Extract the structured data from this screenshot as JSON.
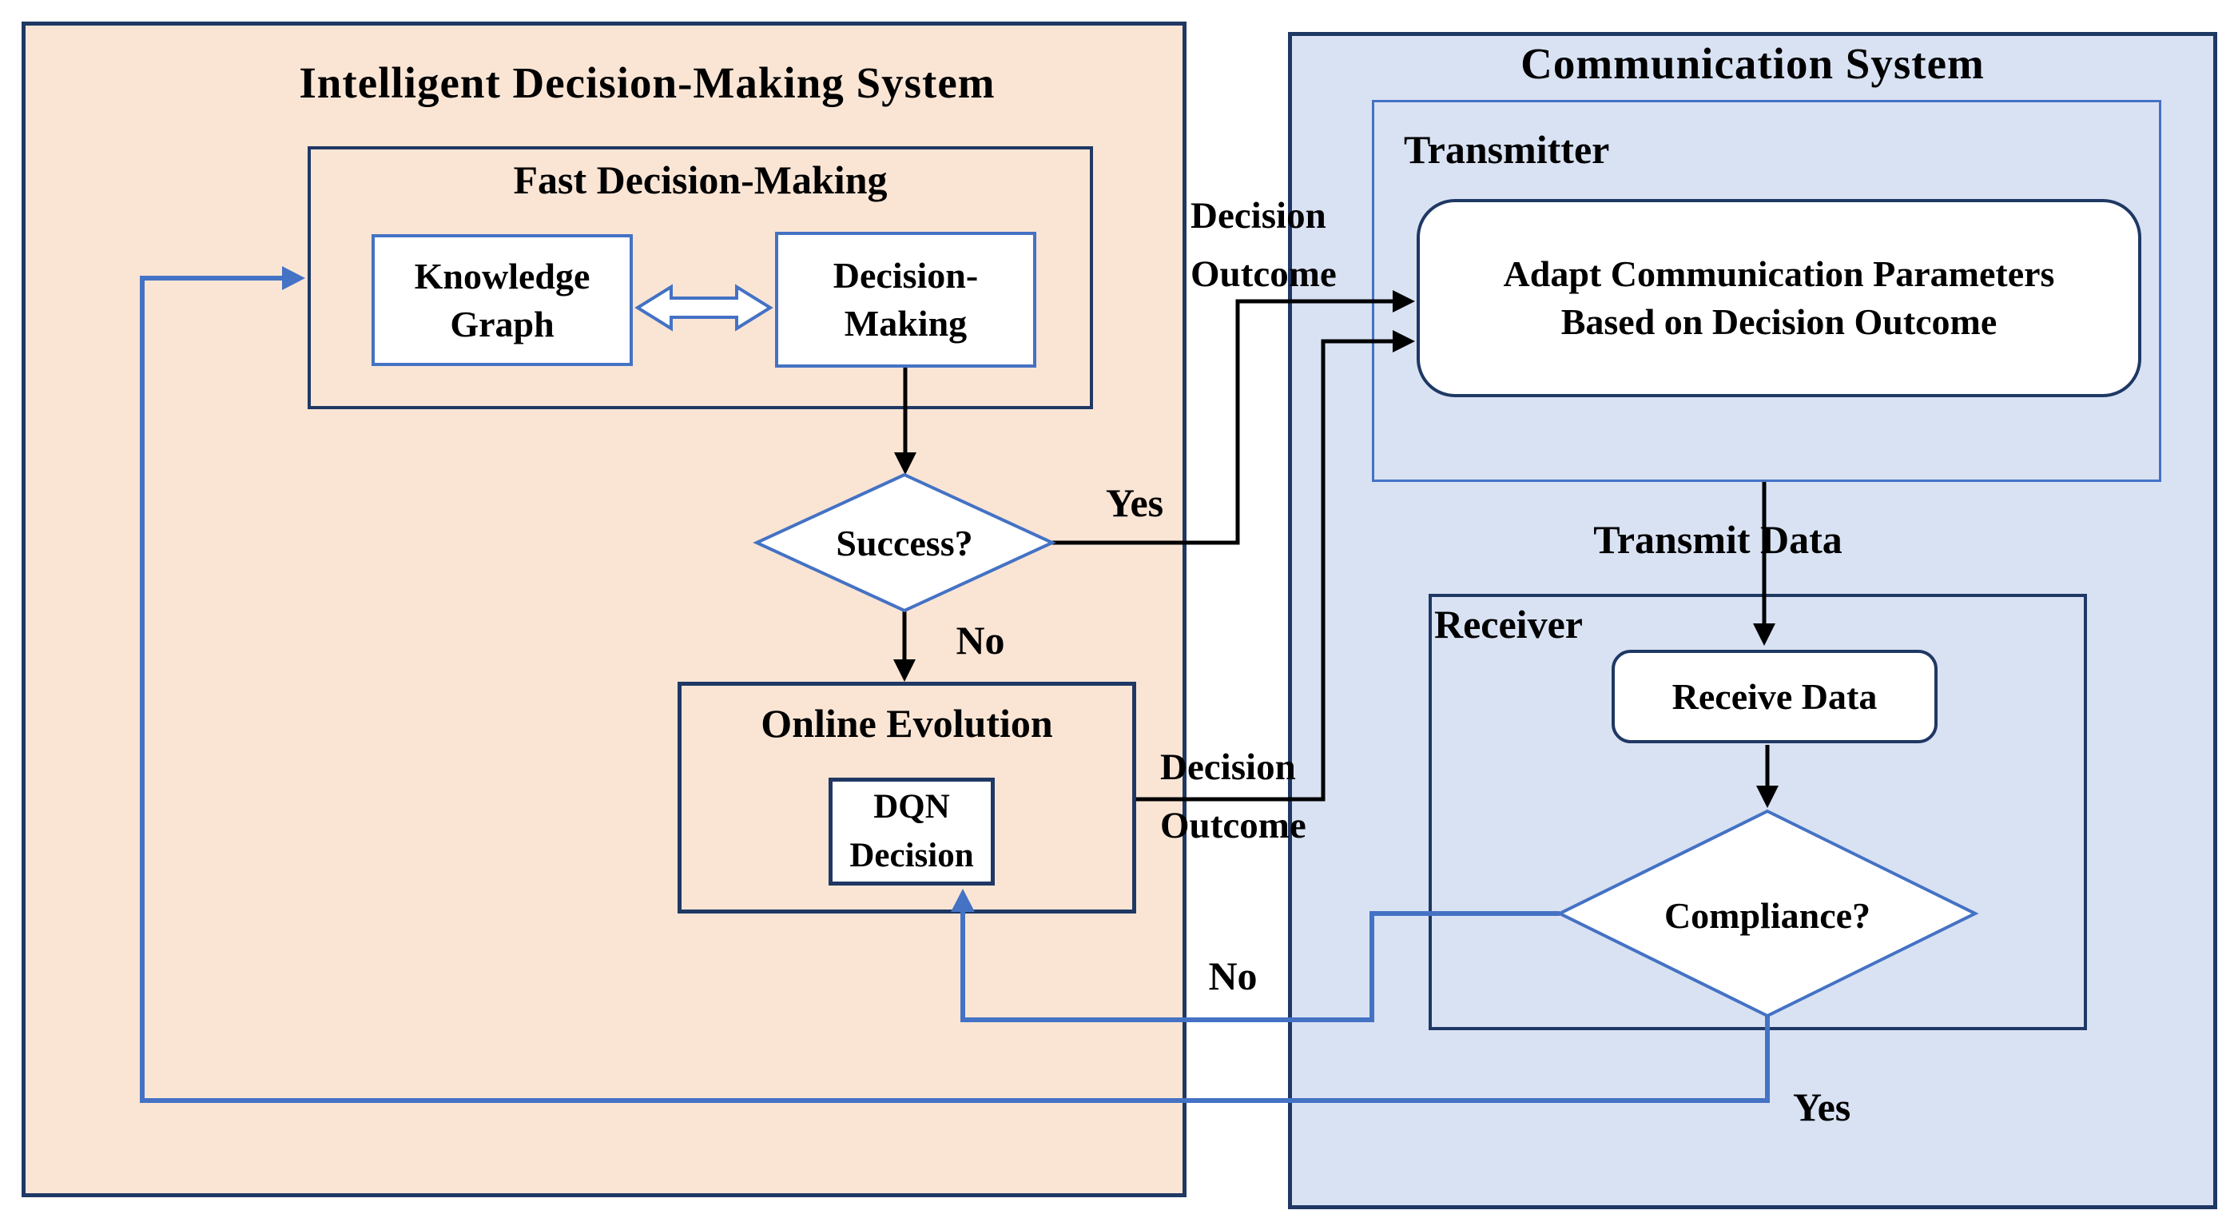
{
  "diagram_title": "Intelligent decision-making and communication system flowchart",
  "colors": {
    "left_panel_fill": "#fae5d5",
    "right_panel_fill": "#d9e2f3",
    "navy_border": "#1f3864",
    "blue_accent": "#4472c4",
    "flow_line_black": "#000000",
    "node_fill": "#ffffff"
  },
  "left_panel": {
    "title": "Intelligent Decision-Making System",
    "fast_box_title": "Fast Decision-Making",
    "knowledge_graph_label": "Knowledge\nGraph",
    "decision_making_label": "Decision-\nMaking",
    "success_label": "Success?",
    "success_yes_label": "Yes",
    "success_no_label": "No",
    "online_evolution_title": "Online Evolution",
    "dqn_label": "DQN\nDecision"
  },
  "right_panel": {
    "title": "Communication System",
    "transmitter_title": "Transmitter",
    "adapt_label": "Adapt Communication Parameters\nBased on Decision Outcome",
    "transmit_data_label": "Transmit Data",
    "receiver_title": "Receiver",
    "receive_data_label": "Receive Data",
    "compliance_label": "Compliance?",
    "compliance_no_label": "No",
    "compliance_yes_label": "Yes"
  },
  "connectors": {
    "decision_outcome_top_label": "Decision\nOutcome",
    "decision_outcome_bottom_label": "Decision\nOutcome"
  }
}
